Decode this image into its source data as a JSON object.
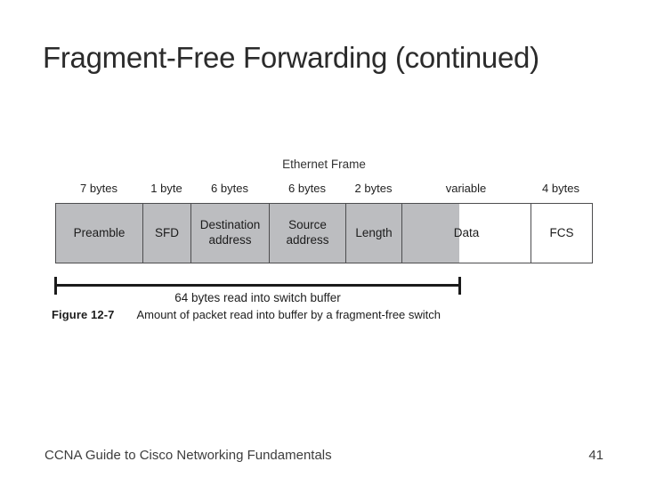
{
  "slide": {
    "title": "Fragment-Free Forwarding (continued)",
    "footer": {
      "text": "CCNA Guide to Cisco Networking Fundamentals",
      "page_number": "41"
    }
  },
  "figure": {
    "frame_title": "Ethernet Frame",
    "fields": [
      {
        "size": "7 bytes",
        "label": "Preamble",
        "shaded": "full"
      },
      {
        "size": "1 byte",
        "label": "SFD",
        "shaded": "full"
      },
      {
        "size": "6 bytes",
        "label": "Destination address",
        "shaded": "full"
      },
      {
        "size": "6 bytes",
        "label": "Source address",
        "shaded": "full"
      },
      {
        "size": "2 bytes",
        "label": "Length",
        "shaded": "full"
      },
      {
        "size": "variable",
        "label": "Data",
        "shaded": "partial"
      },
      {
        "size": "4 bytes",
        "label": "FCS",
        "shaded": "none"
      }
    ],
    "bracket_label": "64 bytes read into switch buffer",
    "caption_label": "Figure 12-7",
    "caption_text": "Amount of packet read into buffer by a fragment-free switch",
    "colors": {
      "shaded_fill": "#bcbdc0",
      "cell_border": "#4d4d4f",
      "bracket": "#1b1b1b"
    }
  }
}
